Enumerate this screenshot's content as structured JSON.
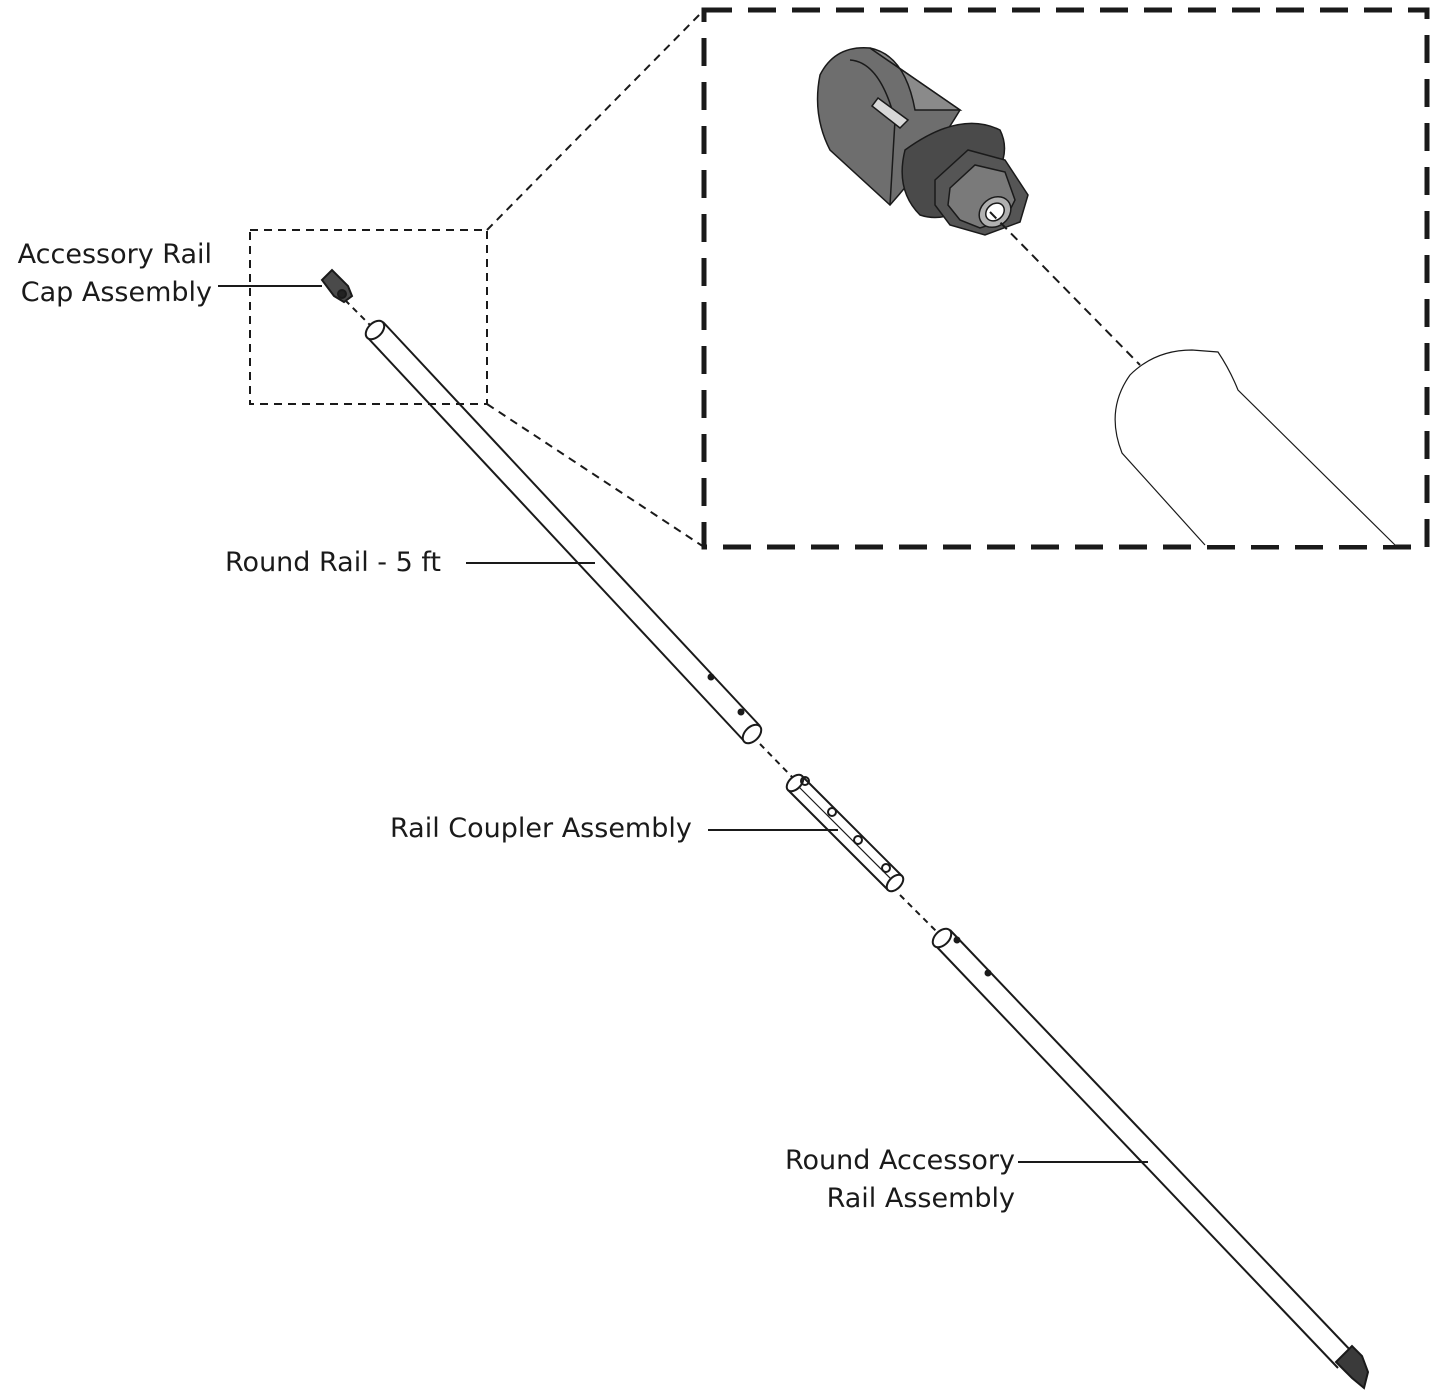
{
  "labels": {
    "cap_line1": "Accessory Rail",
    "cap_line2": "Cap Assembly",
    "rail": "Round Rail - 5 ft",
    "coupler": "Rail Coupler Assembly",
    "accessory_line1": "Round Accessory",
    "accessory_line2": "Rail Assembly"
  },
  "colors": {
    "line": "#1a1a1a",
    "cap_dark": "#3a3a3a",
    "cap_mid": "#6e6e6e",
    "cap_light": "#8a8a8a"
  }
}
